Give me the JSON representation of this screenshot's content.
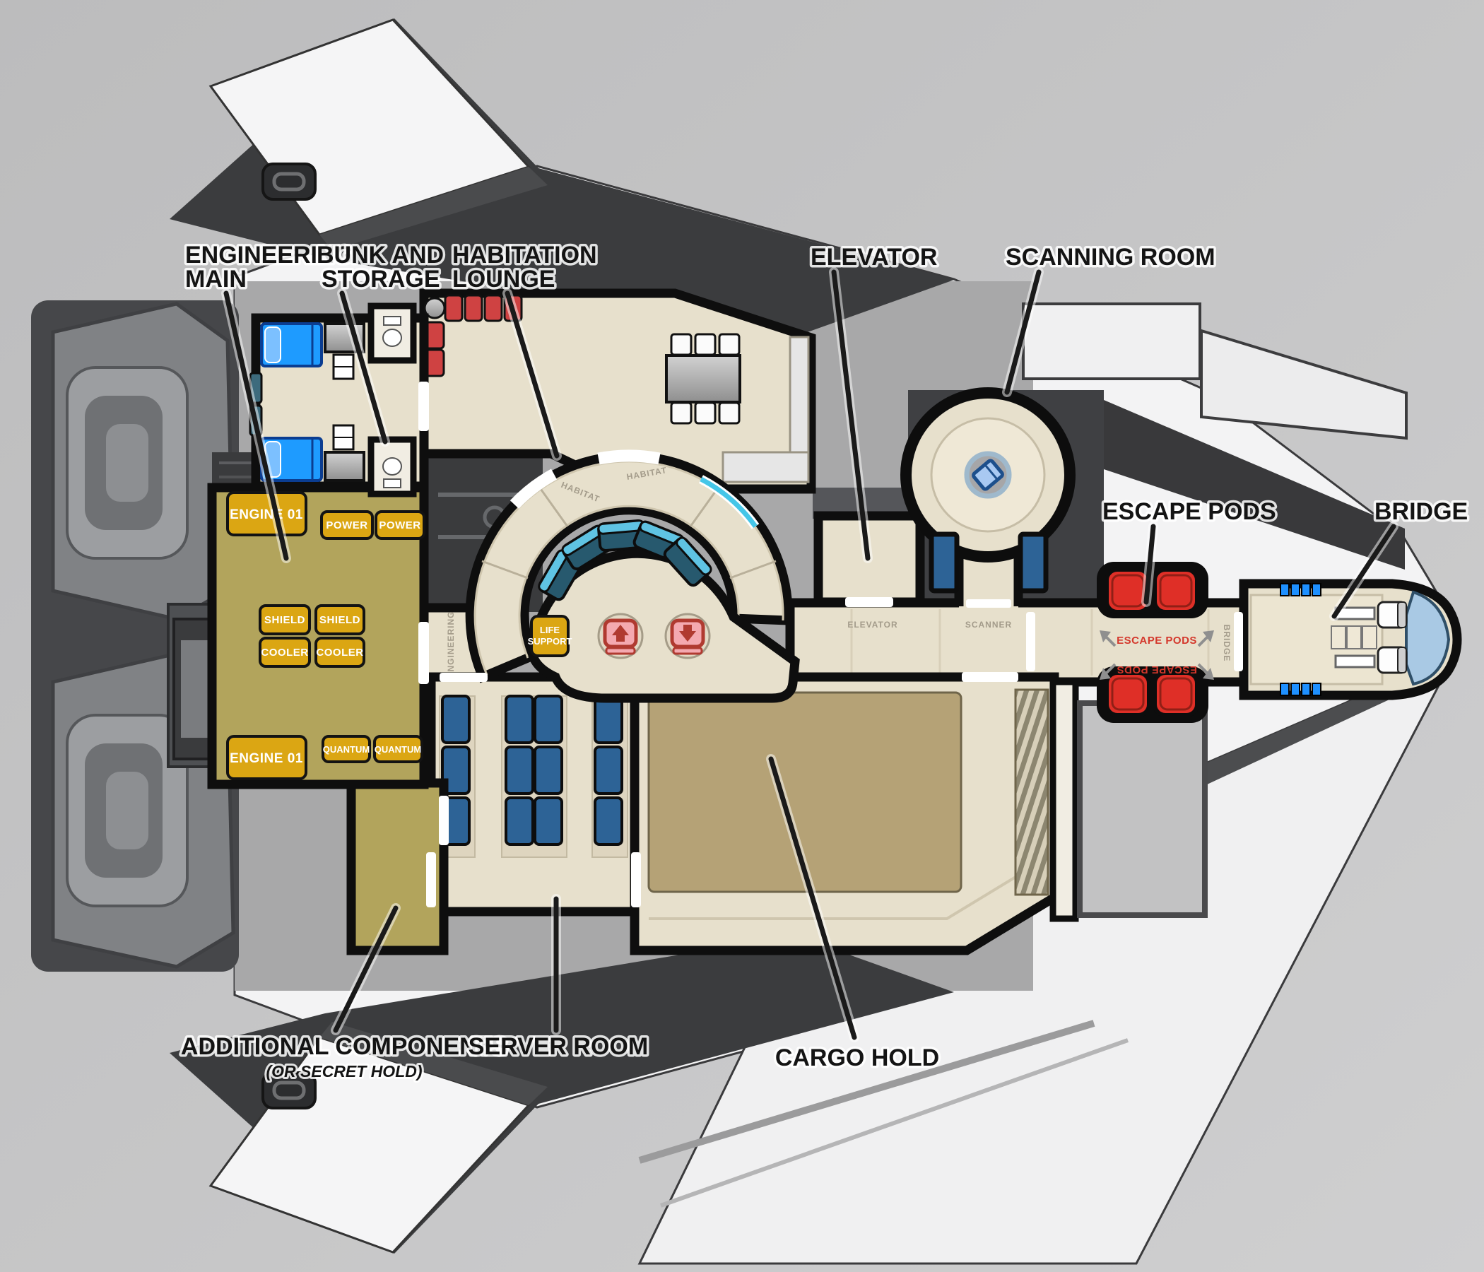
{
  "diagram": {
    "callouts": {
      "engineering_main": {
        "line1": "ENGINEERING",
        "line2": "MAIN"
      },
      "bunk_storage": {
        "line1": "BUNK AND",
        "line2": "STORAGE"
      },
      "habitation_lounge": {
        "line1": "HABITATION",
        "line2": "LOUNGE"
      },
      "elevator": {
        "line1": "ELEVATOR"
      },
      "scanning_room": {
        "line1": "SCANNING ROOM"
      },
      "escape_pods": {
        "line1": "ESCAPE PODS"
      },
      "bridge": {
        "line1": "BRIDGE"
      },
      "additional_components": {
        "line1": "ADDITIONAL COMPONENTS",
        "line2": "(OR SECRET HOLD)"
      },
      "server_room": {
        "line1": "SERVER ROOM"
      },
      "cargo_hold": {
        "line1": "CARGO HOLD"
      }
    },
    "corridor_labels": {
      "habitat_left": "HABITAT",
      "habitat_right": "HABITAT",
      "engineering": "ENGINEERING",
      "elevator": "ELEVATOR",
      "scanner": "SCANNER",
      "escape_pods_fore": "ESCAPE PODS",
      "escape_pods_aft": "ESCAPE PODS",
      "bridge": "BRIDGE"
    },
    "components": {
      "engine_fore": "ENGINE 01",
      "engine_aft": "ENGINE 01",
      "power_1": "POWER",
      "power_2": "POWER",
      "shield_1": "SHIELD",
      "shield_2": "SHIELD",
      "cooler_1": "COOLER",
      "cooler_2": "COOLER",
      "quantum_1": "QUANTUM",
      "quantum_2": "QUANTUM",
      "life_support_line1": "LIFE",
      "life_support_line2": "SUPPORT"
    },
    "legend": {
      "escape_pod_count": 4,
      "habitat_seat_count": 5,
      "server_rack_columns": 3,
      "bed_count": 2
    },
    "colors": {
      "background": "#c6c6c7",
      "hull_white": "#f3f3f4",
      "hull_dark": "#3b3c3e",
      "floor_beige": "#e7e0cc",
      "engineering_olive": "#b2a45c",
      "cargo_khaki": "#b5a276",
      "component_gold": "#dba613",
      "escape_pod_red": "#df2f27",
      "escape_text_red": "#d4372b",
      "bed_blue": "#1e9bff",
      "server_rack_blue": "#2d6396",
      "seat_cyan": "#5fc3e3",
      "bridge_glass_blue": "#a9c9e4",
      "corridor_text_gray": "#a39b8a"
    }
  }
}
